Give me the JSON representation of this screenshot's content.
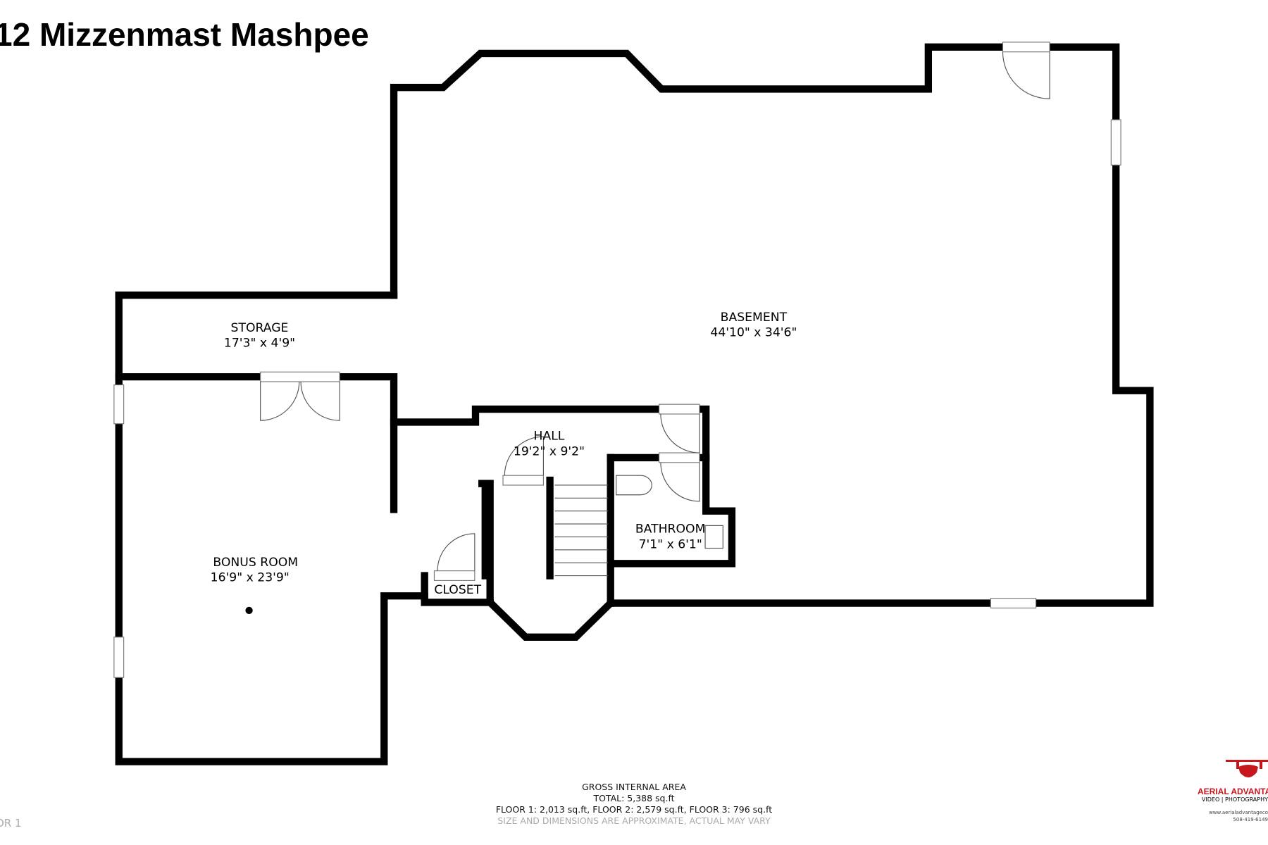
{
  "title": "12 Mizzenmast Mashpee",
  "rooms": [
    {
      "name": "BASEMENT",
      "dims": "44'10\" x 34'6\""
    },
    {
      "name": "STORAGE",
      "dims": "17'3\" x 4'9\""
    },
    {
      "name": "BONUS ROOM",
      "dims": "16'9\" x 23'9\""
    },
    {
      "name": "HALL",
      "dims": "19'2\" x 9'2\""
    },
    {
      "name": "BATHROOM",
      "dims": "7'1\" x 6'1\""
    },
    {
      "name": "CLOSET"
    }
  ],
  "footer": {
    "heading": "GROSS INTERNAL AREA",
    "total": "TOTAL: 5,388 sq.ft",
    "floors": "FLOOR 1: 2,013 sq.ft, FLOOR 2: 2,579 sq.ft, FLOOR 3: 796 sq.ft",
    "disclaimer": "SIZE AND DIMENSIONS ARE APPROXIMATE, ACTUAL MAY VARY"
  },
  "floor_label": "OR 1",
  "logo": {
    "brand": "AERIAL ADVANTAGE",
    "sub": "VIDEO | PHOTOGRAPHY",
    "website": "www.aerialadvantageco",
    "phone": "508-419-6149",
    "color": "#c8161d"
  }
}
